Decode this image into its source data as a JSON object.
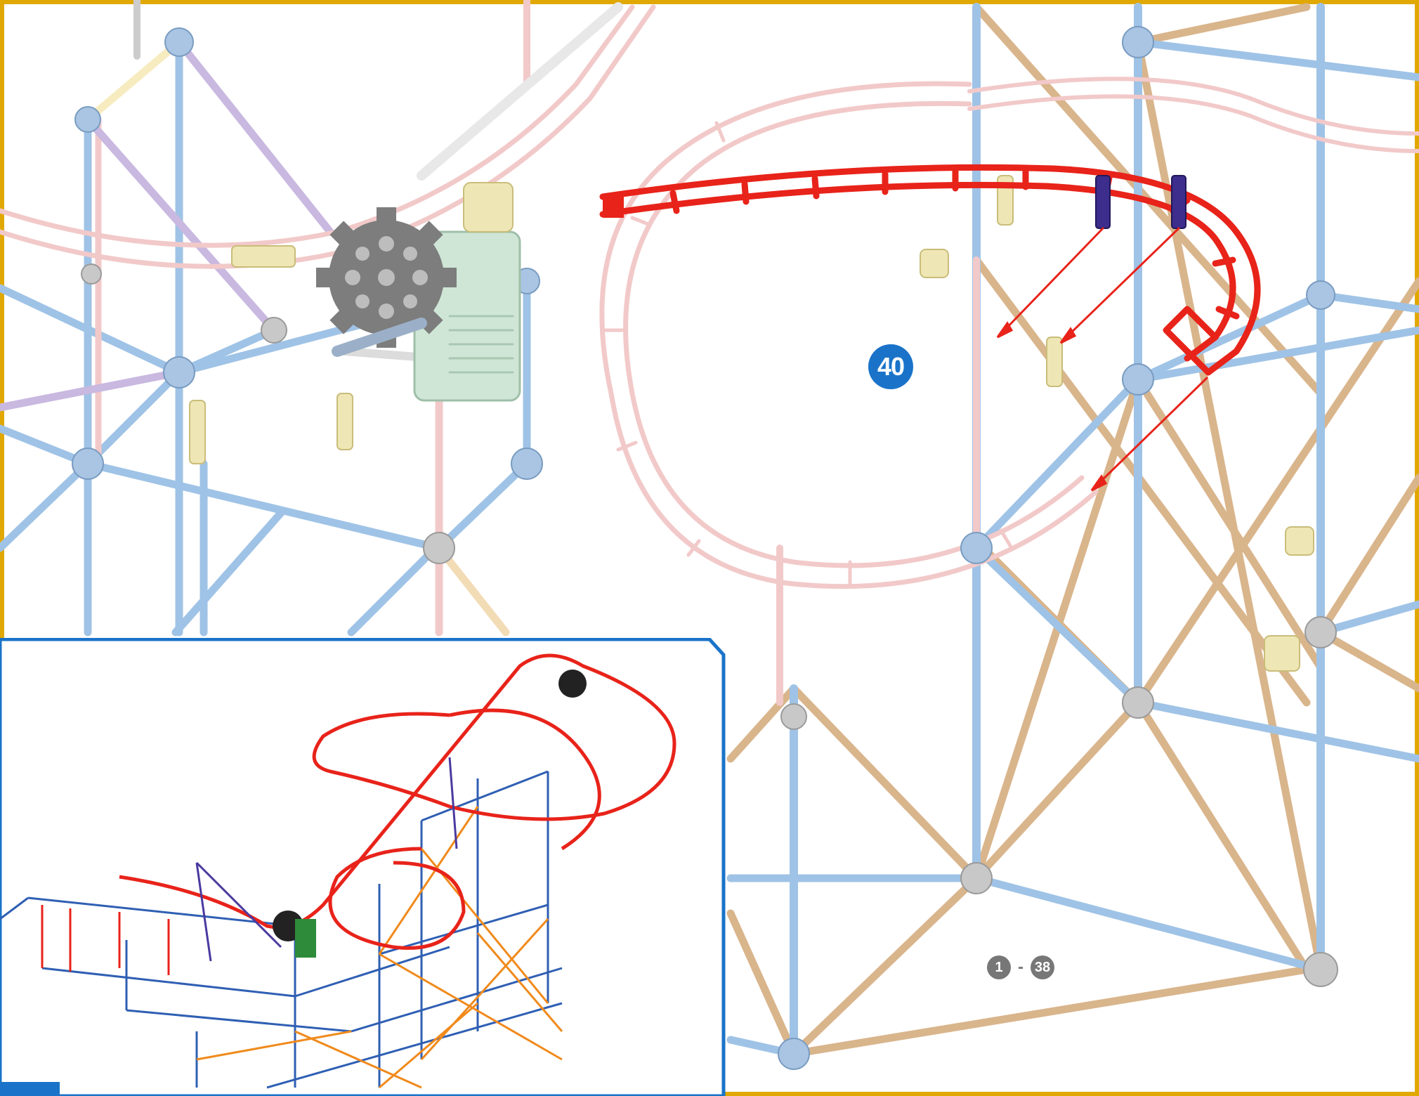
{
  "step": {
    "number": "40"
  },
  "range": {
    "start": "1",
    "separator": "-",
    "end": "38"
  },
  "colors": {
    "frame_gold": "#e0a800",
    "inset_border": "#1a73c9",
    "blue_rod": "#9fc3e6",
    "tan_rod": "#d9b58c",
    "pink_track": "#f2c9c9",
    "new_track_red": "#e8231a",
    "badge_blue": "#1a73c9"
  }
}
